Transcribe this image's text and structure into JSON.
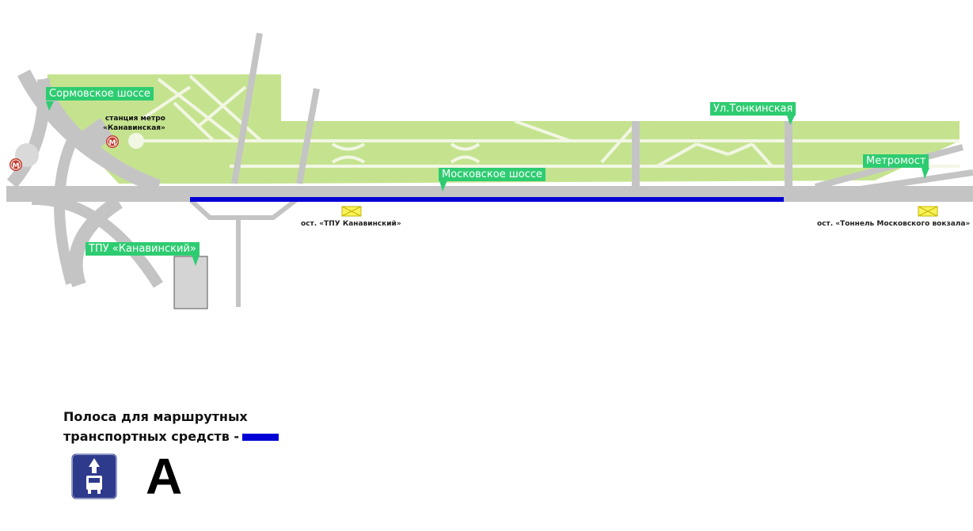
{
  "labels": {
    "sormovskoe": "Сормовское шоссе",
    "metro_station_line1": "станция метро",
    "metro_station_line2": "«Канавинская»",
    "tonkinskaya": "Ул.Тонкинская",
    "moskovskoe": "Московское шоссе",
    "metromost": "Метромост",
    "tpu": "ТПУ «Канавинский»",
    "stop_kanavinsky": "ост. «ТПУ Канавинский»",
    "stop_tunnel": "ост. «Тоннель Московского вокзала»"
  },
  "metro": {
    "symbol": "М",
    "color": "#c0392b"
  },
  "legend": {
    "line1": "Полоса для маршрутных",
    "line2": "транспортных средств -",
    "lane_color": "#0000d6",
    "letter": "А"
  },
  "colors": {
    "park": "#c5e38f",
    "road": "#c4c4c4",
    "tag": "#2ecc71",
    "stop": "#f7f35a",
    "sign": "#2e3a8c"
  }
}
